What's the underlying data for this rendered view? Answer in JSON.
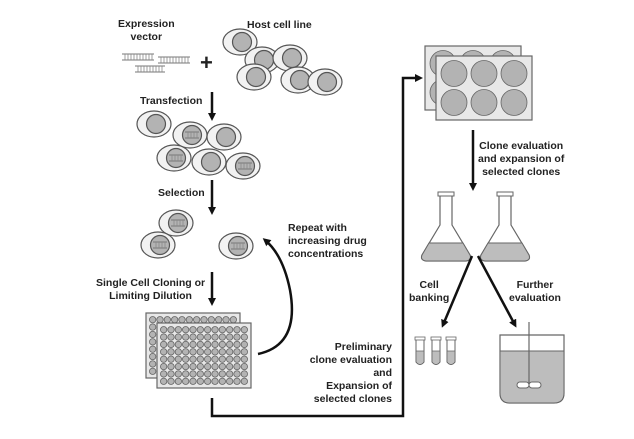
{
  "labels": {
    "expression_vector": "Expression\nvector",
    "host_cell_line": "Host cell line",
    "plus": "+",
    "transfection": "Transfection",
    "selection": "Selection",
    "repeat": "Repeat with\nincreasing drug\nconcentrations",
    "single_cell_cloning": "Single Cell Cloning or\nLimiting Dilution",
    "preliminary": "Preliminary\nclone evaluation\nand\nExpansion of\nselected clones",
    "clone_evaluation": "Clone evaluation\nand expansion of\nselected clones",
    "cell_banking": "Cell\nbanking",
    "further_evaluation": "Further\nevaluation"
  },
  "colors": {
    "stroke": "#555555",
    "cell_outer": "#f2f2f2",
    "cell_inner": "#b3b3b3",
    "liquid": "#bdbdbd",
    "arrow": "#111111"
  }
}
